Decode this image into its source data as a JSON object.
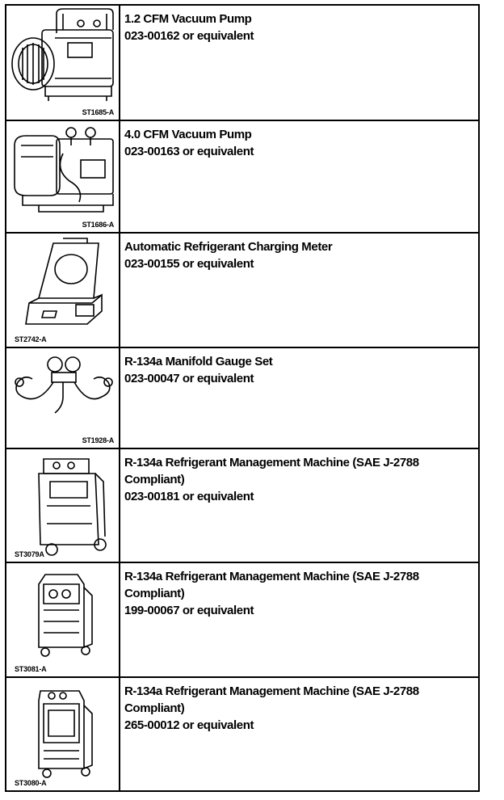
{
  "tools": [
    {
      "ref": "ST1685-A",
      "lines": [
        "1.2 CFM Vacuum Pump",
        "023-00162 or equivalent"
      ],
      "icon": "vacuum-pump-small-icon"
    },
    {
      "ref": "ST1686-A",
      "lines": [
        "4.0 CFM Vacuum Pump",
        "023-00163 or equivalent"
      ],
      "icon": "vacuum-pump-large-icon"
    },
    {
      "ref": "ST2742-A",
      "lines": [
        "Automatic Refrigerant Charging Meter",
        "023-00155 or equivalent"
      ],
      "icon": "charging-meter-icon"
    },
    {
      "ref": "ST1928-A",
      "lines": [
        "R-134a Manifold Gauge Set",
        "023-00047 or equivalent"
      ],
      "icon": "manifold-gauge-icon"
    },
    {
      "ref": "ST3079A",
      "lines": [
        "R-134a Refrigerant Management Machine (SAE J-2788",
        "Compliant)",
        "023-00181 or equivalent"
      ],
      "icon": "refrigerant-machine-cart-icon"
    },
    {
      "ref": "ST3081-A",
      "lines": [
        "R-134a Refrigerant Management Machine (SAE J-2788",
        "Compliant)",
        "199-00067 or equivalent"
      ],
      "icon": "refrigerant-machine-cabinet-icon"
    },
    {
      "ref": "ST3080-A",
      "lines": [
        "R-134a Refrigerant Management Machine (SAE J-2788",
        "Compliant)",
        "265-00012 or equivalent"
      ],
      "icon": "refrigerant-machine-station-icon"
    }
  ]
}
